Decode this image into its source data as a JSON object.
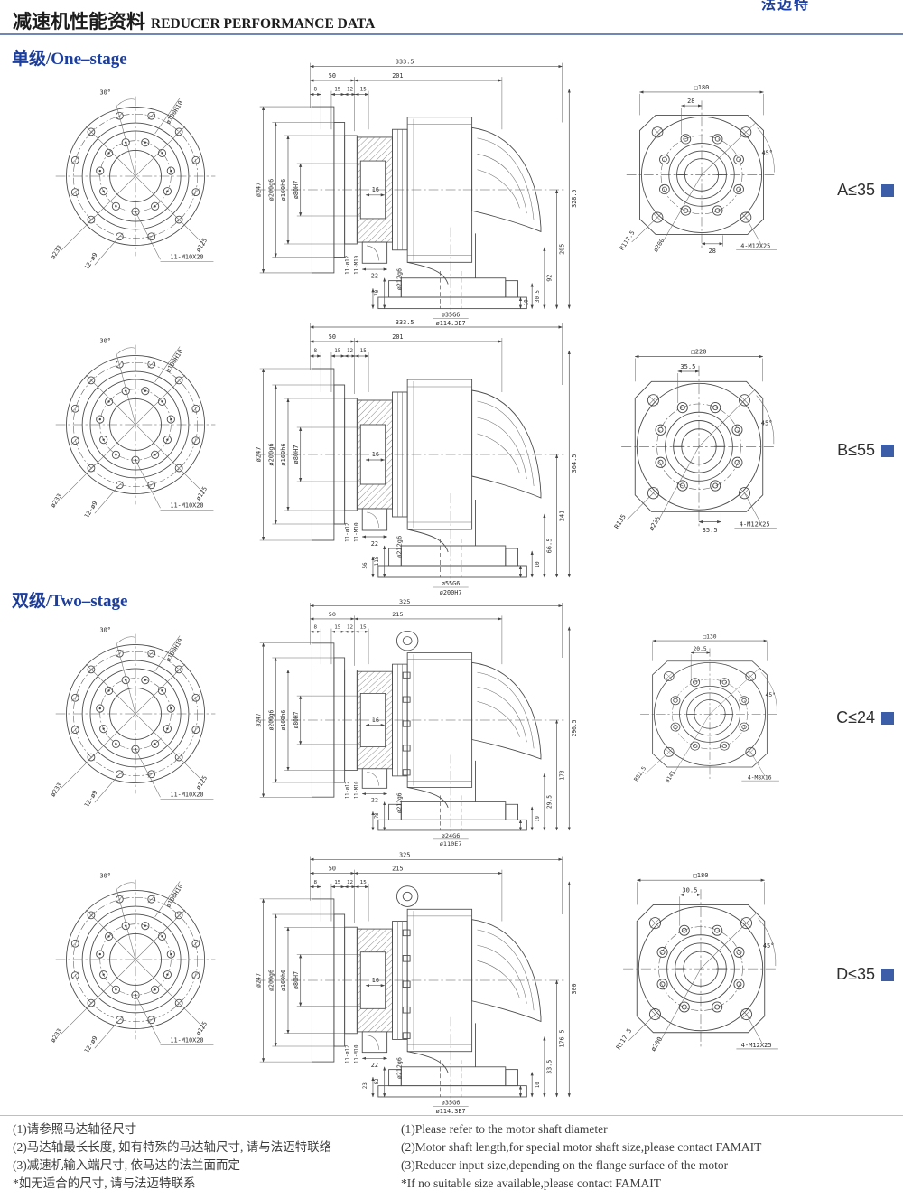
{
  "page": {
    "title_cn": "减速机性能资料",
    "title_en": "REDUCER PERFORMANCE DATA",
    "corner_text": "法迈特",
    "accent_blue": "#1c3e9e",
    "marker_blue": "#3c5da8"
  },
  "sections": {
    "one_stage": "单级/One–stage",
    "two_stage": "双级/Two–stage"
  },
  "front_flange": {
    "angle": "30°",
    "pilot": "ø100H10",
    "bolt_circle": "ø233",
    "outer_holes": "12-ø9",
    "inner_dia": "ø125",
    "taps": "11-M10X20"
  },
  "rows": [
    {
      "limit": "A≤35",
      "side": {
        "total": "333.5",
        "seg1": "50",
        "seg2": "201",
        "s1": "8",
        "s2": "15",
        "s3": "12",
        "s4": "15",
        "d1": "ø247",
        "d2": "ø200g6",
        "d3": "ø160h6",
        "d4": "ø80H7",
        "key": "16",
        "holes1": "11-ø12",
        "holes2": "11-M10",
        "w": "22",
        "d5": "ø212g6",
        "h_total": "328.5",
        "h1": "205",
        "h2": "92",
        "h3": "30.5",
        "h4": "10",
        "left1": "70",
        "left2": "",
        "out1": "ø35G6",
        "out2": "ø114.3E7"
      },
      "flange": {
        "square": "□180",
        "top_offset": "28",
        "angle": "45°",
        "corner_r": "R117.5",
        "dia": "ø200",
        "bottom_offset": "28",
        "bolts": "4-M12X25"
      }
    },
    {
      "limit": "B≤55",
      "side": {
        "total": "333.5",
        "seg1": "50",
        "seg2": "201",
        "s1": "8",
        "s2": "15",
        "s3": "12",
        "s4": "15",
        "d1": "ø247",
        "d2": "ø200g6",
        "d3": "ø160h6",
        "d4": "ø80H7",
        "key": "16",
        "holes1": "11-ø12",
        "holes2": "11-M10",
        "w": "22",
        "d5": "ø212g6",
        "h_total": "364.5",
        "h1": "241",
        "h2": "66.5",
        "h3": "10",
        "h4": "",
        "left1": "118",
        "left2": "56",
        "out1": "ø55G6",
        "out2": "ø200H7"
      },
      "flange": {
        "square": "□220",
        "top_offset": "35.5",
        "angle": "45°",
        "corner_r": "R135",
        "dia": "ø235",
        "bottom_offset": "35.5",
        "bolts": "4-M12X25"
      }
    },
    {
      "limit": "C≤24",
      "side": {
        "total": "325",
        "seg1": "50",
        "seg2": "215",
        "s1": "8",
        "s2": "15",
        "s3": "12",
        "s4": "15",
        "d1": "ø247",
        "d2": "ø200g6",
        "d3": "ø160h6",
        "d4": "ø80H7",
        "key": "16",
        "holes1": "11-ø12",
        "holes2": "11-M10",
        "w": "22",
        "d5": "ø212g6",
        "h_total": "296.5",
        "h1": "173",
        "h2": "29.5",
        "h3": "19",
        "h4": "",
        "left1": "78",
        "left2": "",
        "out1": "ø24G6",
        "out2": "ø110E7"
      },
      "flange": {
        "square": "□130",
        "top_offset": "20.5",
        "angle": "45°",
        "corner_r": "R82.5",
        "dia": "ø145",
        "bottom_offset": "",
        "bolts": "4-M8X16"
      }
    },
    {
      "limit": "D≤35",
      "side": {
        "total": "325",
        "seg1": "50",
        "seg2": "215",
        "s1": "8",
        "s2": "15",
        "s3": "12",
        "s4": "15",
        "d1": "ø247",
        "d2": "ø200g6",
        "d3": "ø160h6",
        "d4": "ø80H7",
        "key": "16",
        "holes1": "11-ø12",
        "holes2": "11-M10",
        "w": "22",
        "d5": "ø212g6",
        "h_total": "300",
        "h1": "176.5",
        "h2": "33.5",
        "h3": "10",
        "h4": "",
        "left1": "82",
        "left2": "23",
        "out1": "ø35G6",
        "out2": "ø114.3E7"
      },
      "flange": {
        "square": "□180",
        "top_offset": "30.5",
        "angle": "45°",
        "corner_r": "R117.5",
        "dia": "ø200",
        "bottom_offset": "",
        "bolts": "4-M12X25"
      }
    }
  ],
  "footer": {
    "cn": [
      "(1)请参照马达轴径尺寸",
      "(2)马达轴最长长度, 如有特殊的马达轴尺寸, 请与法迈特联络",
      "(3)减速机输入端尺寸, 依马达的法兰面而定",
      "*如无适合的尺寸, 请与法迈特联系"
    ],
    "en": [
      "(1)Please refer to the motor shaft diameter",
      "(2)Motor shaft length,for special motor shaft size,please contact FAMAIT",
      "(3)Reducer input size,depending on the flange surface of the motor",
      "*If no suitable size available,please contact FAMAIT"
    ]
  }
}
